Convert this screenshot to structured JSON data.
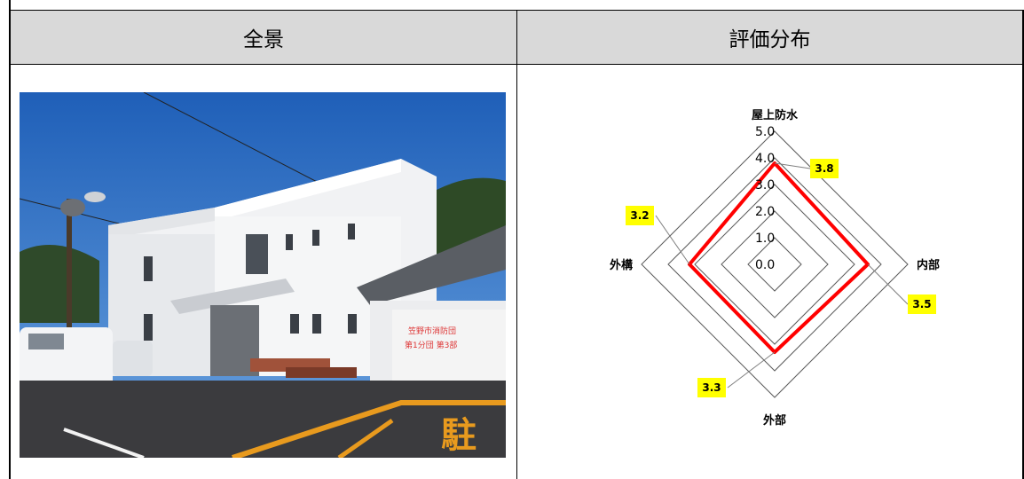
{
  "table": {
    "header_left": "全景",
    "header_right": "評価分布"
  },
  "photo": {
    "description_icon": "building-photo",
    "sign_line1": "笠野市消防団",
    "sign_line2": "第1分団 第3部",
    "road_text": "駐"
  },
  "chart_data": {
    "type": "radar",
    "axes": [
      "屋上防水",
      "内部",
      "外部",
      "外構"
    ],
    "values": [
      3.8,
      3.5,
      3.3,
      3.2
    ],
    "ticks": [
      "0.0",
      "1.0",
      "2.0",
      "3.0",
      "4.0",
      "5.0"
    ],
    "rmin": 0,
    "rmax": 5,
    "data_labels": [
      "3.8",
      "3.5",
      "3.3",
      "3.2"
    ],
    "series_color": "#ff0000",
    "label_bg": "#ffff00",
    "grid": true
  }
}
